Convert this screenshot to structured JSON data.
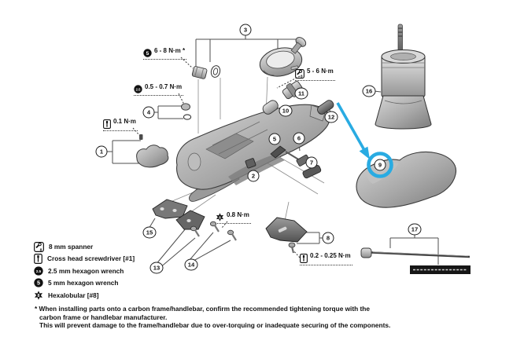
{
  "highlight": {
    "target_part": "9",
    "color": "#29abe2"
  },
  "callouts": {
    "c1": "1",
    "c2": "2",
    "c3": "3",
    "c4": "4",
    "c5": "5",
    "c6": "6",
    "c7": "7",
    "c8": "8",
    "c9": "9",
    "c10": "10",
    "c11": "11",
    "c12": "12",
    "c13": "13",
    "c14": "14",
    "c15": "15",
    "c16": "16",
    "c17": "17"
  },
  "torque": {
    "t1": {
      "text": "6 - 8 N·m *",
      "tool": "5 mm hexagon wrench"
    },
    "t2": {
      "text": "0.5 - 0.7 N·m",
      "tool": "2.5 mm hexagon wrench"
    },
    "t3": {
      "text": "0.1 N·m",
      "tool": "Cross head screwdriver [#1]"
    },
    "t4": {
      "text": "5 - 6 N·m",
      "tool": "8 mm spanner"
    },
    "t5": {
      "text": "0.8 N·m",
      "tool": "Hexalobular [#8]"
    },
    "t6": {
      "text": "0.2 - 0.25 N·m",
      "tool": "Cross head screwdriver [#1]"
    }
  },
  "tool_icons": {
    "hex5": "5",
    "hex25": "2.5",
    "spanner8": "8",
    "torx8": "8"
  },
  "legend": {
    "items": [
      {
        "icon": "spanner-8-icon",
        "label": "8 mm spanner"
      },
      {
        "icon": "cross-head-screwdriver-icon",
        "label": "Cross head screwdriver [#1]"
      },
      {
        "icon": "hex-2.5-icon",
        "label": "2.5 mm hexagon wrench"
      },
      {
        "icon": "hex-5-icon",
        "label": "5 mm hexagon wrench"
      },
      {
        "icon": "hexalobular-icon",
        "label": "Hexalobular [#8]"
      }
    ]
  },
  "footnote": {
    "line1": "* When installing parts onto a carbon frame/handlebar, confirm the recommended tightening torque with the",
    "line2": "carbon frame or handlebar manufacturer.",
    "line3": "This will prevent damage to the frame/handlebar due to over-torquing or inadequate securing of the components."
  }
}
